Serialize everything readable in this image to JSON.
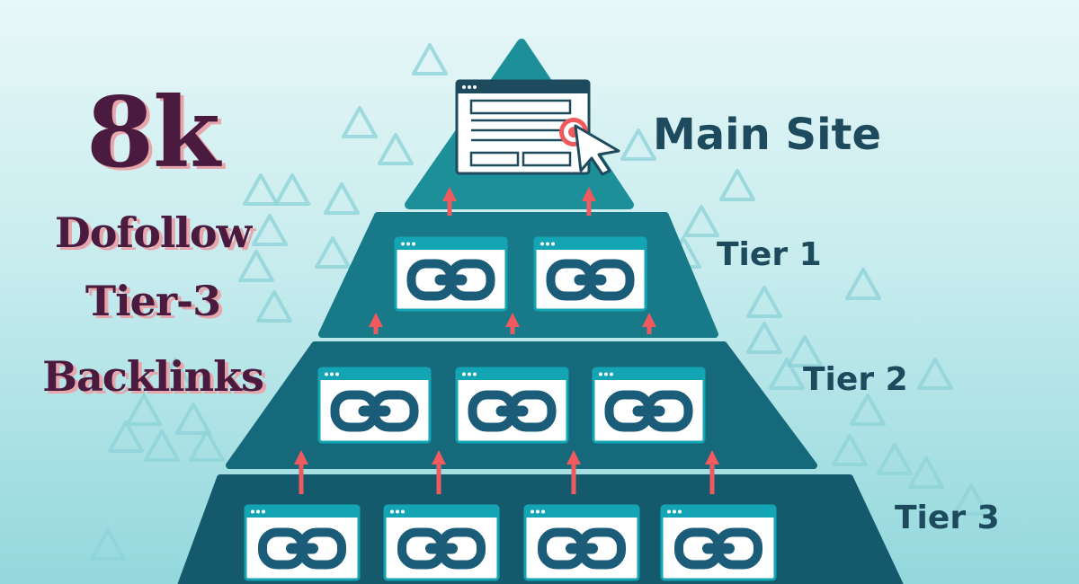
{
  "headline": {
    "count": "8k",
    "line1": "Dofollow",
    "line2": "Tier-3",
    "line3": "Backlinks"
  },
  "pyramid": {
    "main_label": "Main Site",
    "tiers": [
      {
        "label": "Tier 1",
        "sites": 2
      },
      {
        "label": "Tier 2",
        "sites": 3
      },
      {
        "label": "Tier 3",
        "sites": 4
      }
    ]
  },
  "colors": {
    "apex": "#1c8f99",
    "tier1": "#187a88",
    "tier2": "#16697a",
    "tier3": "#155a6c",
    "arrow": "#ef5a5e",
    "window_bar": "#13a5b3",
    "chain": "#1b5d78",
    "headline_text": "#4a1a3f",
    "label_text": "#1d4b5d"
  }
}
